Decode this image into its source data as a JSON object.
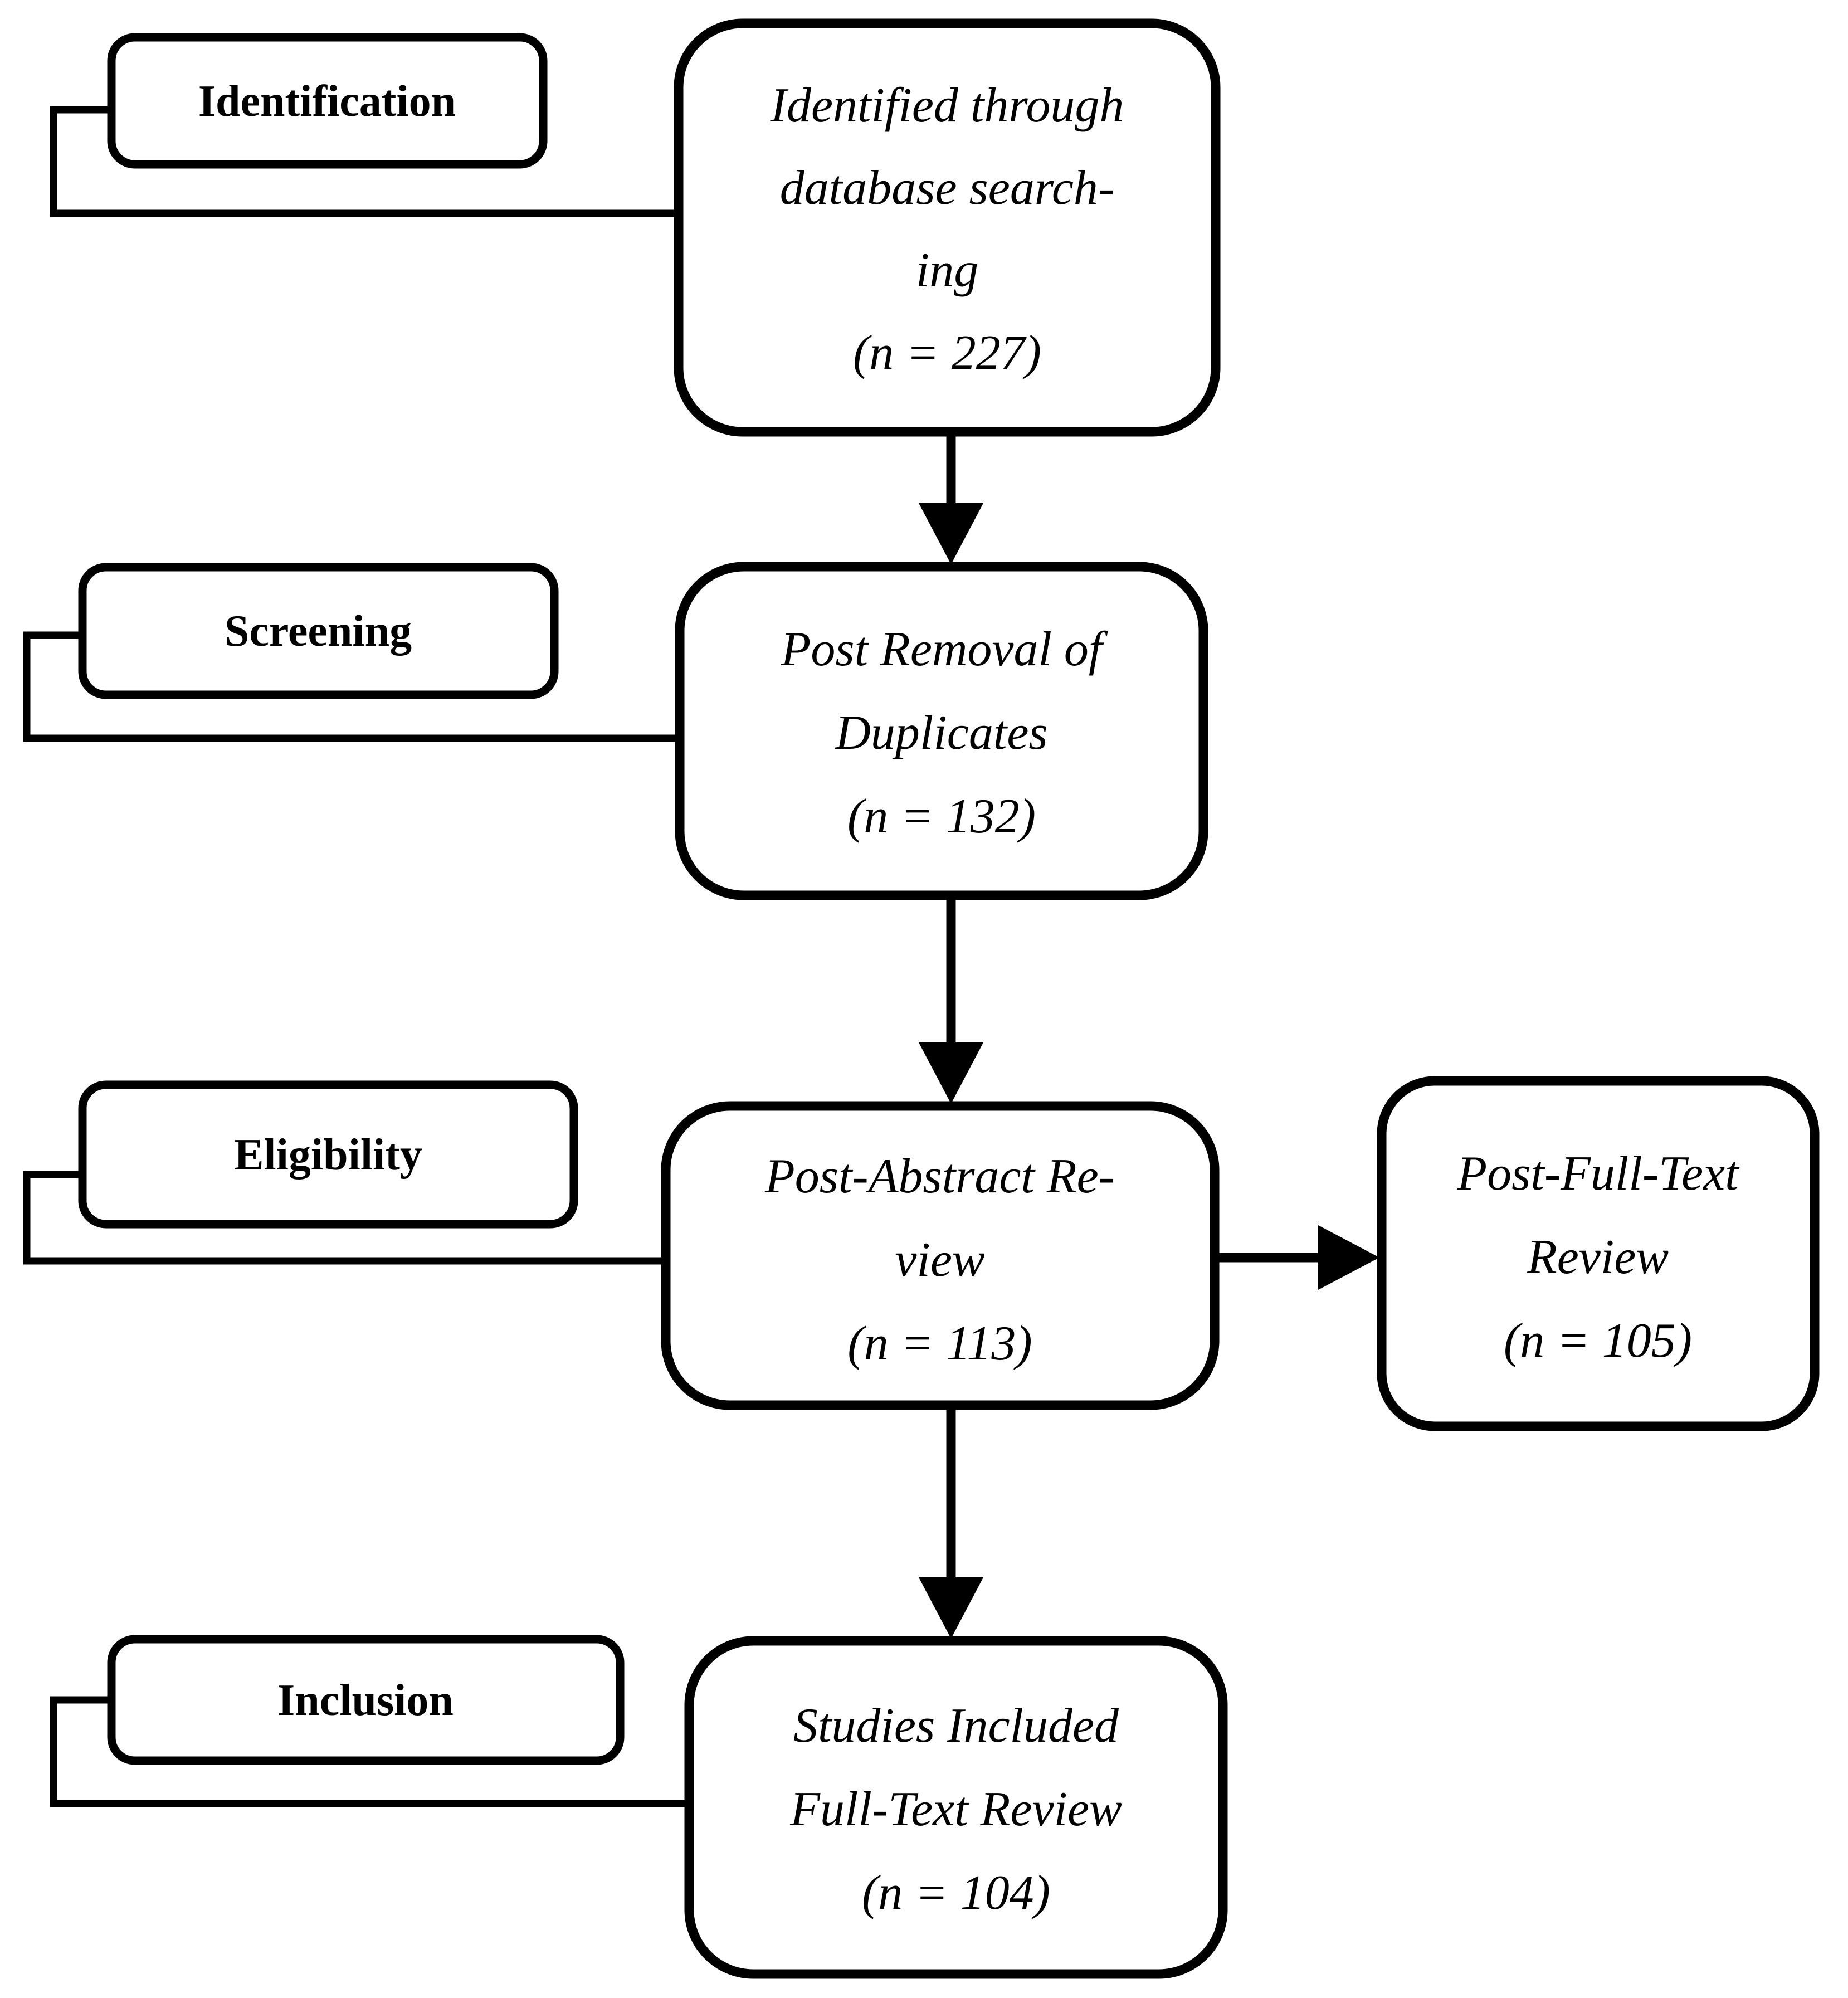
{
  "colors": {
    "background": "#ffffff",
    "line": "#000000",
    "text": "#000000"
  },
  "stages": [
    {
      "label": "Identification"
    },
    {
      "label": "Screening"
    },
    {
      "label": "Eligibility"
    },
    {
      "label": "Inclusion"
    }
  ],
  "nodes": {
    "identified": {
      "lines": [
        "Identified through",
        "database search-",
        "ing",
        "(n = 227)"
      ],
      "n": 227
    },
    "post_removal": {
      "lines": [
        "Post Removal of",
        "Duplicates",
        "(n = 132)"
      ],
      "n": 132
    },
    "post_abstract": {
      "lines": [
        "Post-Abstract Re-",
        "view",
        "(n = 113)"
      ],
      "n": 113
    },
    "post_full_text": {
      "lines": [
        "Post-Full-Text",
        "Review",
        "(n = 105)"
      ],
      "n": 105
    },
    "studies_included": {
      "lines": [
        "Studies Included",
        "Full-Text Review",
        "(n = 104)"
      ],
      "n": 104
    }
  }
}
